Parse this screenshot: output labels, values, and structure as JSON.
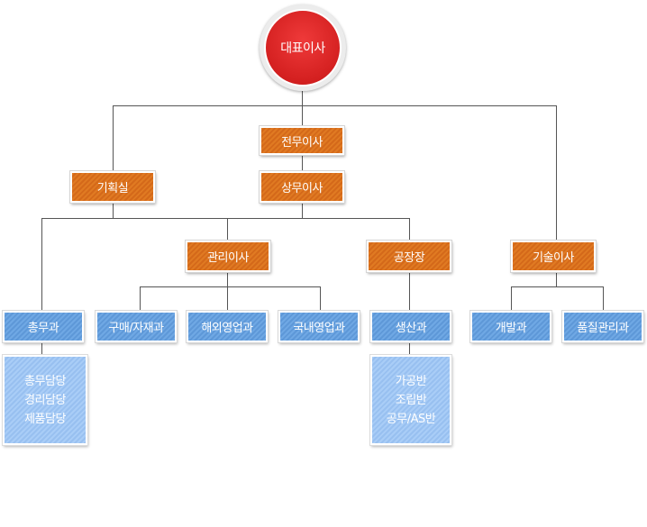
{
  "org": {
    "ceo": "대표이사",
    "senior_md": "전무이사",
    "managing_dir": "상무이사",
    "planning": "기획실",
    "admin_dir": "관리이사",
    "plant": "공장장",
    "tech_dir": "기술이사",
    "general_affairs": "총무과",
    "purchasing": "구매/자재과",
    "overseas_sales": "해외영업과",
    "domestic_sales": "국내영업과",
    "production": "생산과",
    "development": "개발과",
    "quality": "품질관리과",
    "general_affairs_teams": [
      "총무담당",
      "경리담당",
      "제품담당"
    ],
    "production_teams": [
      "가공반",
      "조립반",
      "공무/AS반"
    ]
  },
  "colors": {
    "ceo": "#d42020",
    "executive": "#e07a22",
    "department": "#6fa8e4",
    "team": "#a9cdf7",
    "line": "#555555"
  }
}
